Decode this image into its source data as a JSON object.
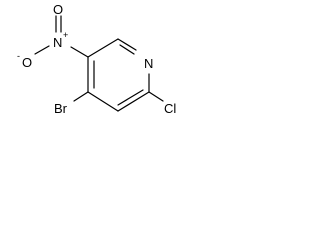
{
  "structure": {
    "atoms": {
      "n_ring": "N",
      "cl": "Cl",
      "br": "Br",
      "n_nitro": "N",
      "n_nitro_plus": "+",
      "o_top": "O",
      "o_left": "O",
      "o_left_minus": "-"
    },
    "colors": {
      "ink": "#000000",
      "background": "#ffffff"
    }
  }
}
